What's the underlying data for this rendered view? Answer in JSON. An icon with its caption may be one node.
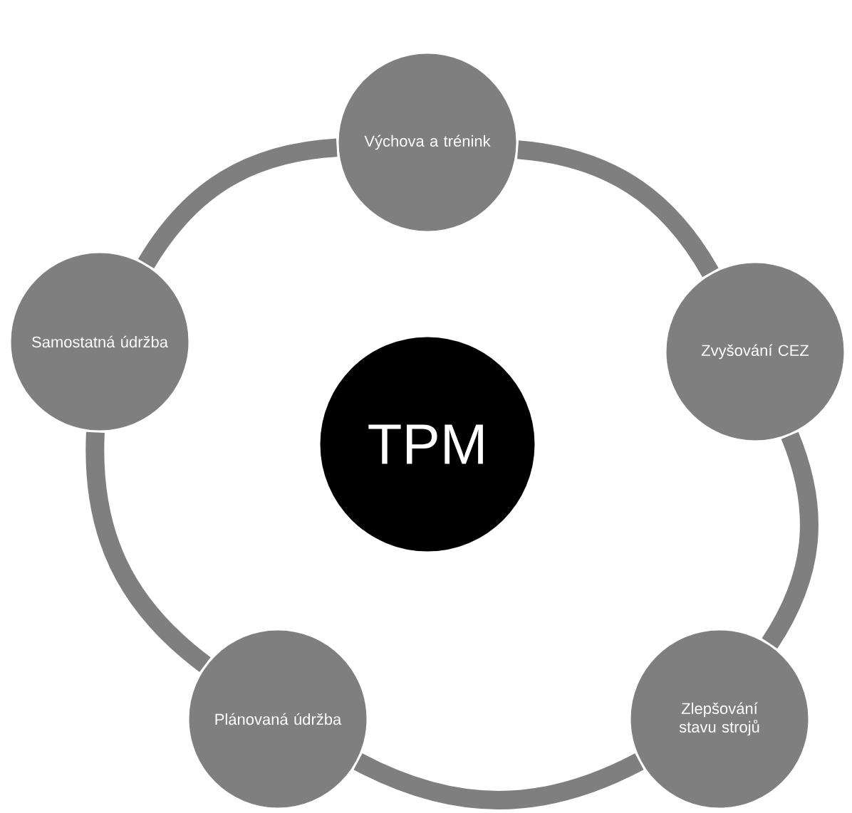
{
  "diagram": {
    "nodes": [
      {
        "text": [
          "TPM"
        ]
      },
      {
        "text": [
          "Výchova a trénink"
        ]
      },
      {
        "text": [
          "Zvyšování CEZ"
        ]
      },
      {
        "text": [
          "Zlepšování stavu strojů"
        ]
      },
      {
        "text": [
          "Plánovaná údržba"
        ]
      },
      {
        "text": [
          "Samostatná údržba"
        ]
      }
    ],
    "edges": [
      {
        "from": 1,
        "to": 2,
        "arrow": "none"
      },
      {
        "from": 2,
        "to": 3,
        "arrow": "none"
      },
      {
        "from": 3,
        "to": 4,
        "arrow": "none"
      },
      {
        "from": 4,
        "to": 5,
        "arrow": "none"
      },
      {
        "from": 5,
        "to": 1,
        "arrow": "none"
      }
    ]
  }
}
